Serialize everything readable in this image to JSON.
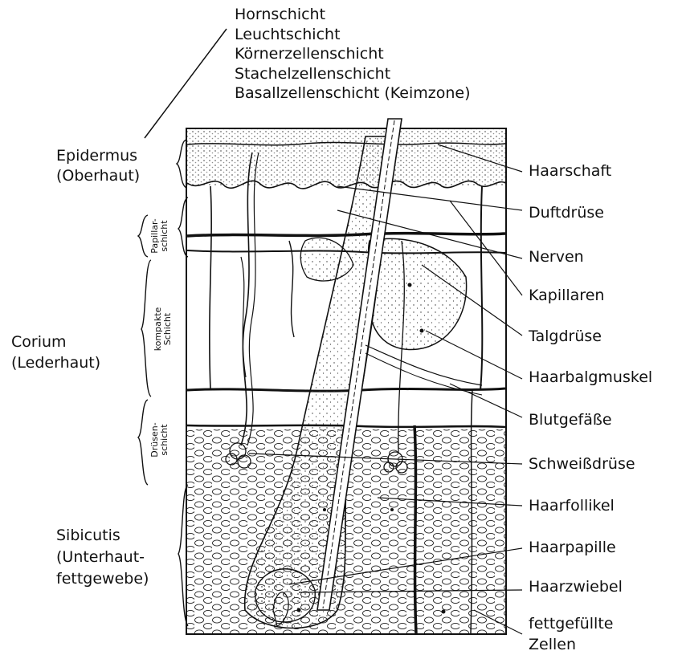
{
  "top_labels": [
    "Hornschicht",
    "Leuchtschicht",
    "Körnerzellenschicht",
    "Stachelzellenschicht",
    "Basallzellenschicht (Keimzone)"
  ],
  "left_labels": {
    "epidermis_line1": "Epidermus",
    "epidermis_line2": "(Oberhaut)",
    "corium_line1": "Corium",
    "corium_line2": "(Lederhaut)",
    "subcutis_line1": "Sibicutis",
    "subcutis_line2": "(Unterhaut-",
    "subcutis_line3": "fettgewebe)"
  },
  "sublayer_labels": {
    "papillar_line1": "Papillar-",
    "papillar_line2": "schicht",
    "kompakt_line1": "kompakte",
    "kompakt_line2": "Schicht",
    "druesen_line1": "Drüsen-",
    "druesen_line2": "schicht"
  },
  "right_labels": {
    "haarschaft": "Haarschaft",
    "duftdruese": "Duftdrüse",
    "nerven": "Nerven",
    "kapillaren": "Kapillaren",
    "talgdruese": "Talgdrüse",
    "haarbalgmuskel": "Haarbalgmuskel",
    "blutgefaesse": "Blutgefäße",
    "schweissdruese": "Schweißdrüse",
    "haarfollikel": "Haarfollikel",
    "haarpapille": "Haarpapille",
    "haarzwiebel": "Haarzwiebel",
    "fettzellen_line1": "fettgefüllte",
    "fettzellen_line2": "Zellen"
  }
}
